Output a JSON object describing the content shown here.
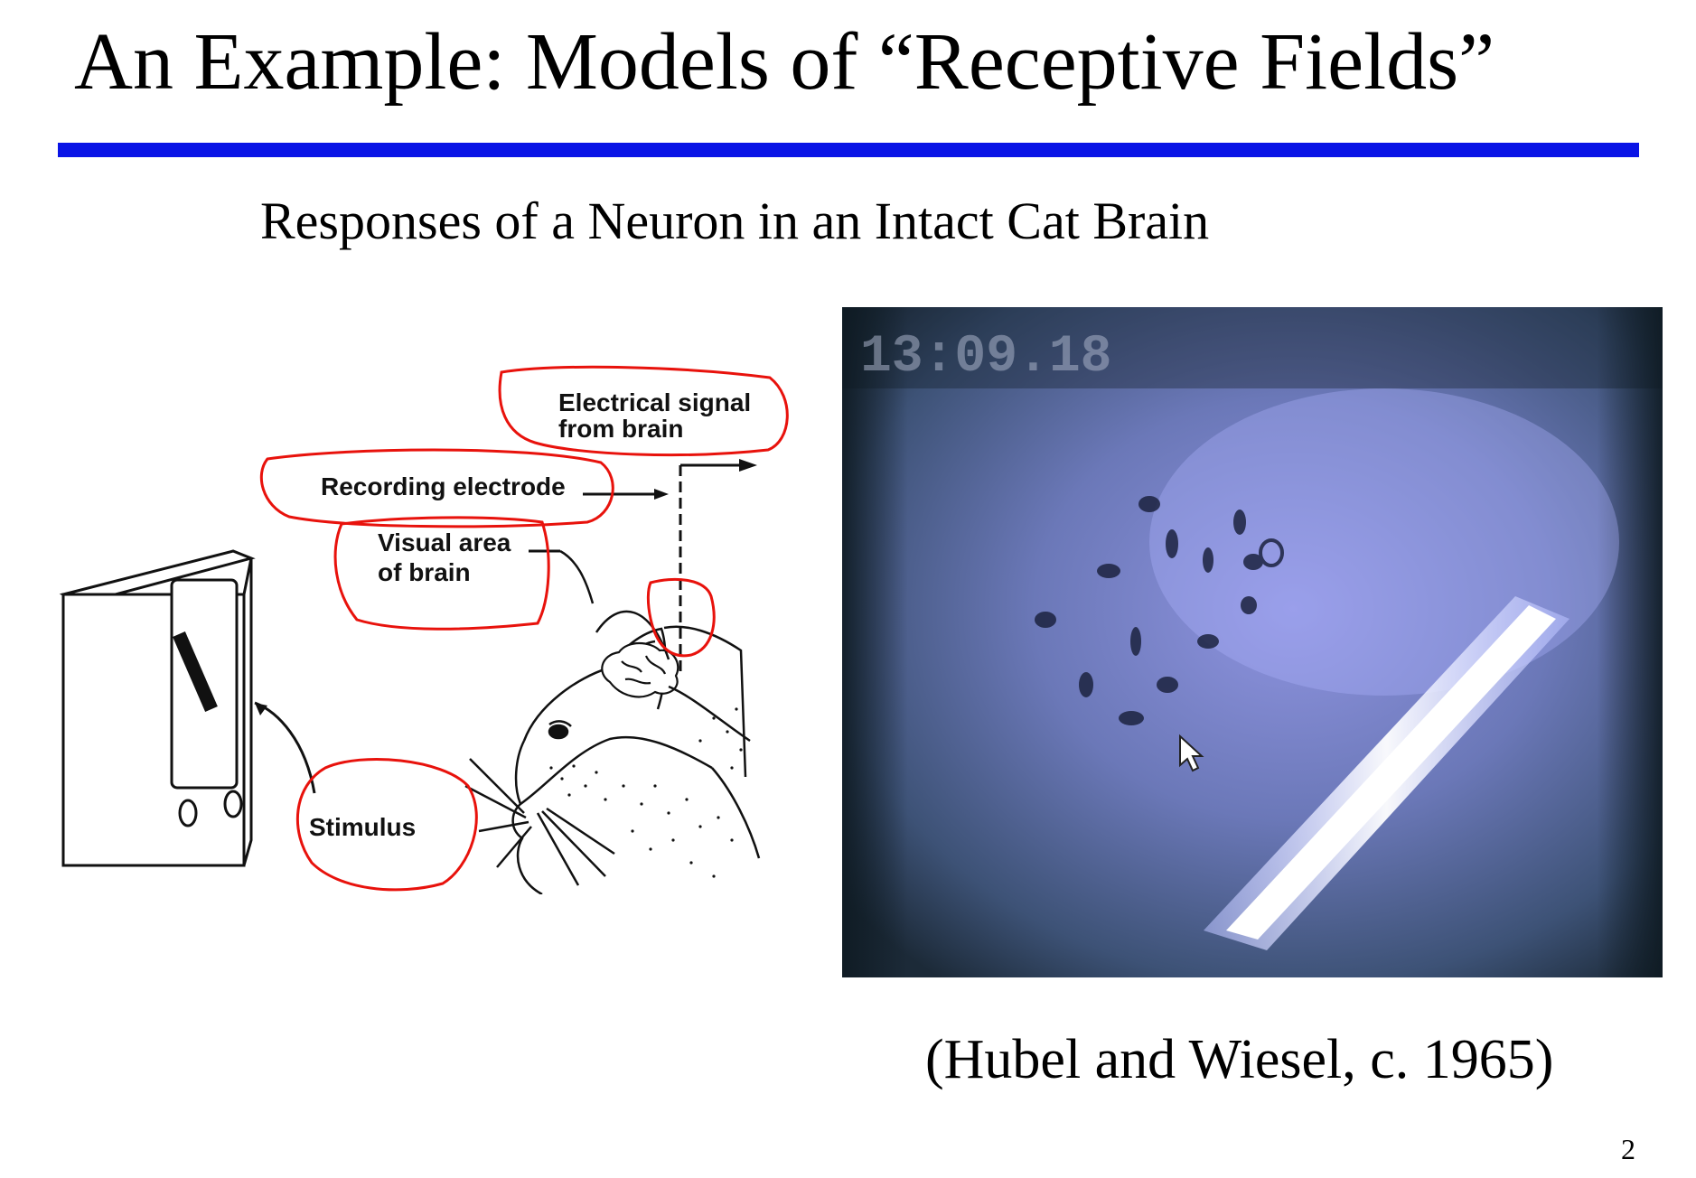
{
  "slide": {
    "title": "An Example: Models of “Receptive Fields”",
    "subtitle": "Responses of a Neuron in an Intact Cat Brain",
    "citation": "(Hubel and Wiesel, c. 1965)",
    "page_number": "2"
  },
  "diagram": {
    "labels": {
      "electrical_signal_line1": "Electrical signal",
      "electrical_signal_line2": "from brain",
      "recording_electrode": "Recording electrode",
      "visual_area_line1": "Visual area",
      "visual_area_line2": "of brain",
      "stimulus": "Stimulus"
    },
    "annotation_color": "#e8120c"
  },
  "video_frame": {
    "timestamp_overlay": "13:09.18"
  },
  "colors": {
    "title_rule": "#0a14e6",
    "video_bg": "#4a5e8e",
    "stimulus_bar": "#f4f4ff"
  }
}
